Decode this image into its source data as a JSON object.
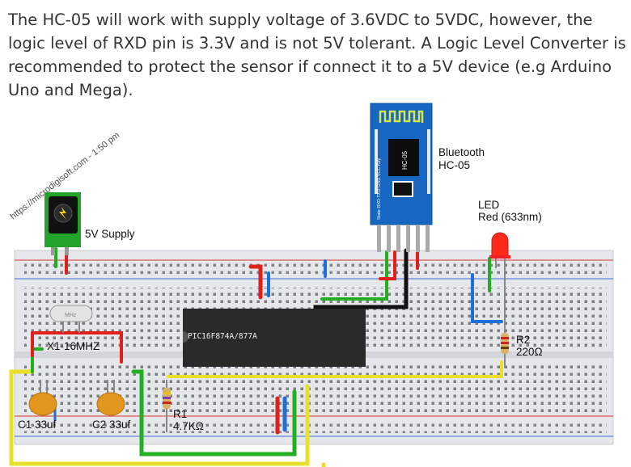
{
  "paragraph": "The HC-05 will work with supply voltage of 3.6VDC to 5VDC, however, the logic level of RXD pin is 3.3V and is not 5V tolerant. A Logic Level Converter is recommended to protect the sensor if connect it to a 5V device (e.g Arduino Uno and Mega).",
  "diagram": {
    "bluetooth_label_1": "Bluetooth",
    "bluetooth_label_2": "HC-05",
    "bt_chip_text": "HC-05",
    "bt_pins": "State RXD TXD GND VCC Key",
    "led_label_1": "LED",
    "led_label_2": "Red (633nm)",
    "supply_label": "5V Supply",
    "crystal_label": "X1-16MHZ",
    "crystal_marking": "MHz",
    "mcu_label": "PIC16F874A/877A",
    "r2_label_1": "R2",
    "r2_label_2": "220Ω",
    "r1_label_1": "R1",
    "r1_label_2": "4.7KΩ",
    "c1_label": "C1 33uf",
    "c2_label": "C2 33uf",
    "watermark": "https://microdigisoft.com - 1:50 pm"
  },
  "colors": {
    "wire_green": "#22b022",
    "wire_blue": "#1e6fd9",
    "wire_red": "#e0201c",
    "wire_yellow": "#e8e02a",
    "wire_black": "#111111",
    "board": "#e9eaec",
    "bt_module": "#1766c2"
  }
}
